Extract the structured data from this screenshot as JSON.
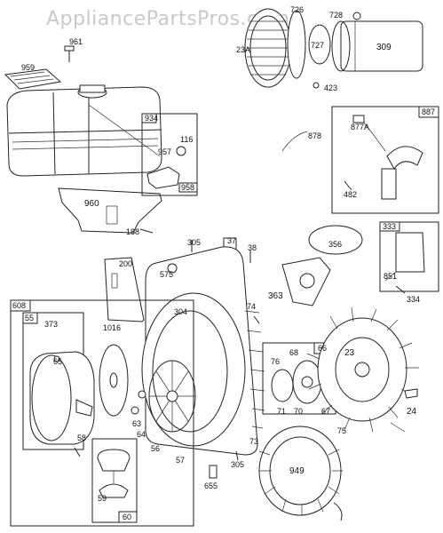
{
  "watermark": "AppliancePartsPros.com",
  "labels": {
    "l961": "961",
    "l959": "959",
    "l726": "726",
    "l728": "728",
    "l23A": "23A",
    "l727": "727",
    "l309": "309",
    "l423": "423",
    "l934": "934",
    "l116": "116",
    "l957": "957",
    "l958": "958",
    "l887": "887",
    "l878": "878",
    "l877A": "877A",
    "l482": "482",
    "l960": "960",
    "l188": "188",
    "l305a": "305",
    "l37": "37",
    "l38": "38",
    "l356": "356",
    "l333": "333",
    "l200": "200",
    "l575": "575",
    "l851": "851",
    "l334": "334",
    "l363": "363",
    "l74": "74",
    "l304": "304",
    "l608": "608",
    "l55": "55",
    "l373": "373",
    "l1016": "1016",
    "l65": "65",
    "l76": "76",
    "l68": "68",
    "l66": "66",
    "l23": "23",
    "l71": "71",
    "l70": "70",
    "l67": "67",
    "l24": "24",
    "l63": "63",
    "l64": "64",
    "l56": "56",
    "l57": "57",
    "l73": "73",
    "l75": "75",
    "l58": "58",
    "l305b": "305",
    "l949": "949",
    "l655": "655",
    "l59": "59",
    "l60": "60"
  }
}
